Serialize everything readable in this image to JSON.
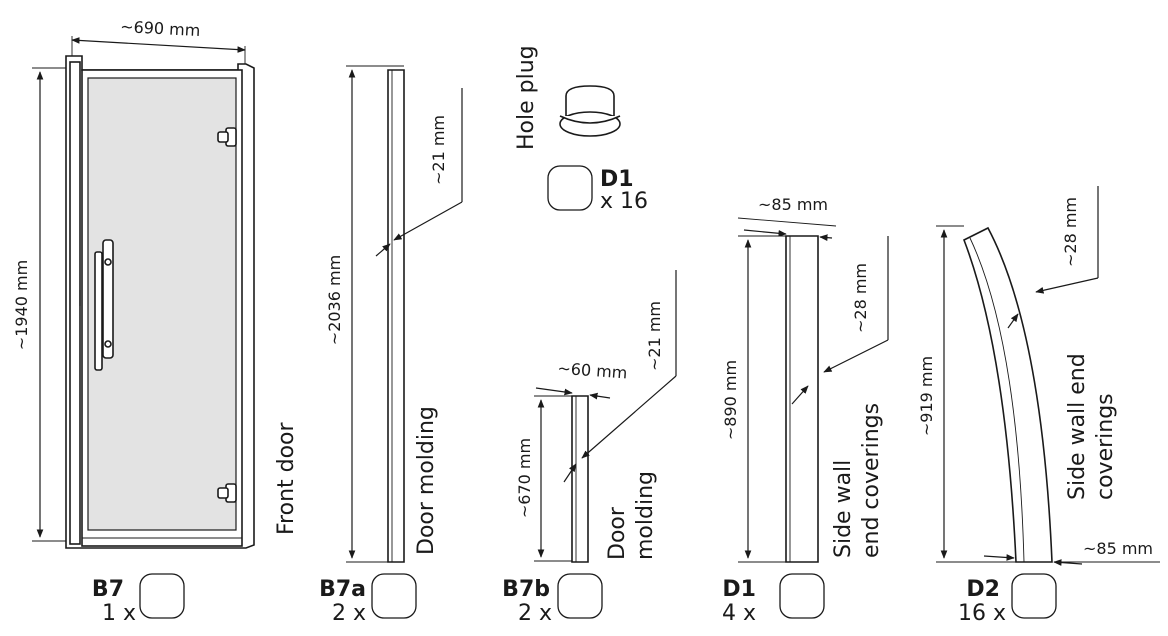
{
  "parts": {
    "b7": {
      "code": "B7",
      "qty": "1 x",
      "name": "Front door",
      "width_dim": "~690 mm",
      "height_dim": "~1940 mm",
      "glass_color": "#e3e3e3"
    },
    "b7a": {
      "code": "B7a",
      "qty": "2 x",
      "name": "Door molding",
      "height_dim": "~2036 mm",
      "thickness_dim": "~21 mm"
    },
    "d1_plug": {
      "name": "Hole plug",
      "code": "D1",
      "qty": "x 16"
    },
    "b7b": {
      "code": "B7b",
      "qty": "2 x",
      "name_line1": "Door",
      "name_line2": "molding",
      "height_dim": "~670 mm",
      "width_dim": "~60 mm",
      "thickness_dim": "~21 mm"
    },
    "d1": {
      "code": "D1",
      "qty": "4 x",
      "name_line1": "Side wall",
      "name_line2": "end coverings",
      "height_dim": "~890 mm",
      "width_dim": "~85 mm",
      "thickness_dim": "~28 mm"
    },
    "d2": {
      "code": "D2",
      "qty": "16 x",
      "name_line1": "Side wall end",
      "name_line2": "coverings",
      "height_dim": "~919 mm",
      "width_dim": "~85 mm",
      "thickness_dim": "~28 mm"
    }
  }
}
